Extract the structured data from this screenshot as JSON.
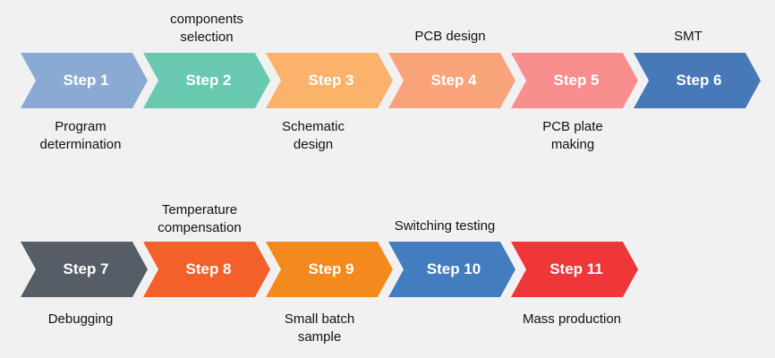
{
  "rows": [
    {
      "steps": [
        {
          "label": "Step 1",
          "color": "#8aaad3",
          "top_caption": "",
          "bottom_caption": "Program\ndetermination"
        },
        {
          "label": "Step 2",
          "color": "#69c9b0",
          "top_caption": "components\nselection",
          "bottom_caption": ""
        },
        {
          "label": "Step 3",
          "color": "#fbb26a",
          "top_caption": "",
          "bottom_caption": "Schematic\ndesign"
        },
        {
          "label": "Step 4",
          "color": "#f9a37a",
          "top_caption": "PCB design",
          "bottom_caption": ""
        },
        {
          "label": "Step 5",
          "color": "#f98e8e",
          "top_caption": "",
          "bottom_caption": "PCB plate\nmaking"
        },
        {
          "label": "Step 6",
          "color": "#4779b8",
          "top_caption": "SMT",
          "bottom_caption": ""
        }
      ]
    },
    {
      "steps": [
        {
          "label": "Step 7",
          "color": "#565d66",
          "top_caption": "",
          "bottom_caption": "Debugging"
        },
        {
          "label": "Step 8",
          "color": "#f4602a",
          "top_caption": "Temperature\ncompensation",
          "bottom_caption": ""
        },
        {
          "label": "Step 9",
          "color": "#f48a1e",
          "top_caption": "",
          "bottom_caption": "Small batch\nsample"
        },
        {
          "label": "Step 10",
          "color": "#437cbf",
          "top_caption": "Switching testing",
          "bottom_caption": ""
        },
        {
          "label": "Step 11",
          "color": "#ef3638",
          "top_caption": "",
          "bottom_caption": "Mass production"
        }
      ]
    }
  ]
}
